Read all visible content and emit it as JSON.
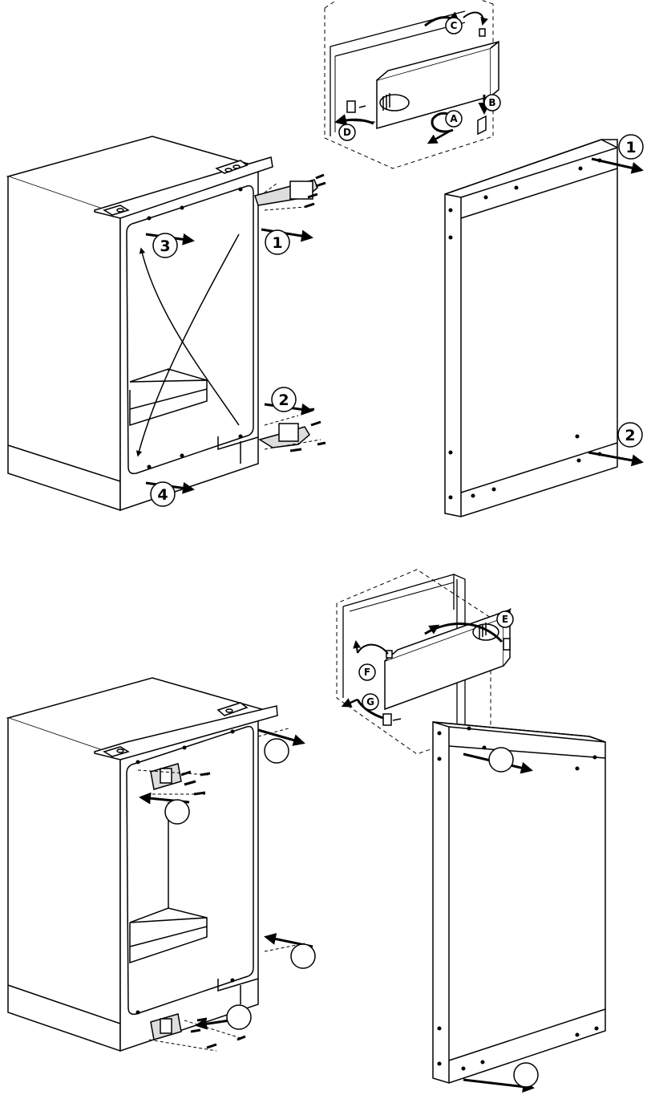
{
  "figure_top": {
    "step_labels": [
      "1",
      "2",
      "3",
      "4"
    ],
    "door_labels": [
      "1",
      "2"
    ],
    "detail_labels": [
      "A",
      "B",
      "C",
      "D"
    ]
  },
  "figure_bottom": {
    "detail_labels": [
      "E",
      "F",
      "G"
    ]
  },
  "colors": {
    "line": "#000000",
    "face": "#ffffff",
    "shade": "#e8e8e8"
  }
}
